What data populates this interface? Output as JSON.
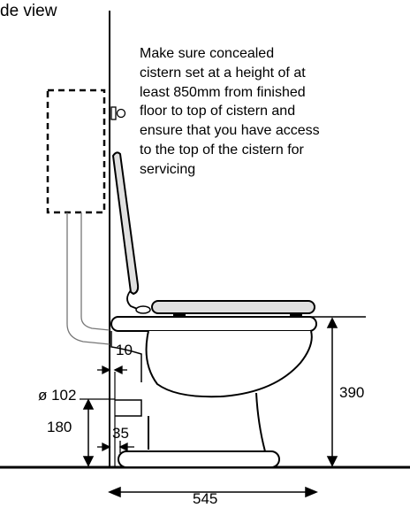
{
  "view_title": "de view",
  "note_lines": [
    "Make sure concealed",
    "cistern set at a height of at",
    "least 850mm from finished",
    "floor to top of cistern and",
    "ensure that you have access",
    "to the top of the cistern for",
    "servicing"
  ],
  "dimensions": {
    "wall_offset": "10",
    "pipe_diameter": "ø 102",
    "outlet_height": "180",
    "outlet_offset": "35",
    "pan_height": "390",
    "projection": "545"
  },
  "colors": {
    "line": "#000000",
    "seat_fill": "#e0e0e0",
    "background": "#ffffff"
  }
}
